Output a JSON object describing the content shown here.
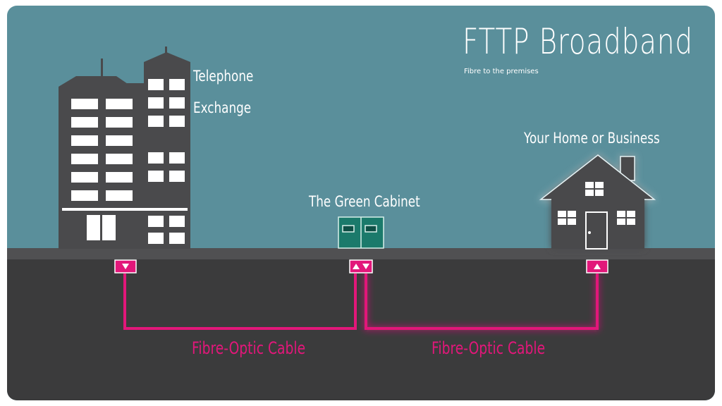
{
  "title": "FTTP Broadband",
  "subtitle": "Fibre to the premises",
  "exchange": {
    "line1": "Telephone",
    "line2": "Exchange"
  },
  "cabinet": {
    "label": "The Green Cabinet"
  },
  "home": {
    "label": "Your Home or Business"
  },
  "cables": [
    {
      "label": "Fibre-Optic Cable"
    },
    {
      "label": "Fibre-Optic Cable"
    }
  ],
  "colors": {
    "sky": "#5a8f9b",
    "ground": "#3b3b3c",
    "building": "#4a4a4c",
    "cabinet": "#1b7a6b",
    "fibre": "#e2177a"
  }
}
